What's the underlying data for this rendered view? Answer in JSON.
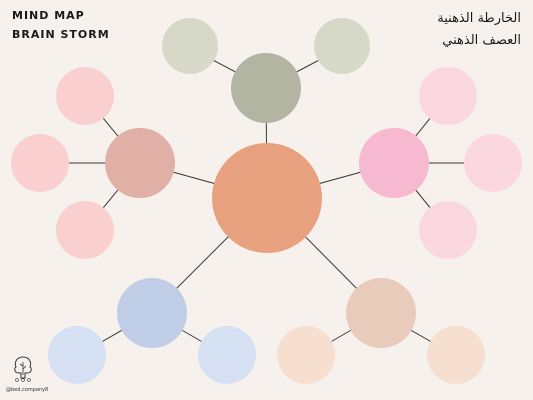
{
  "title": {
    "en_line1": "MIND MAP",
    "en_line2": "BRAIN STORM",
    "ar_line1": "الخارطة الذهنية",
    "ar_line2": "العصف الذهني"
  },
  "colors": {
    "background": "#f6f1ec",
    "center": "#e8a17e",
    "gray_hub": "#b2b5a1",
    "gray_leaf": "#d6d8c8",
    "rose_hub": "#e0afa6",
    "rose_leaf": "#f9d0cf",
    "pink_hub": "#f7b9cf",
    "pink_leaf": "#fbd7e2",
    "blue_hub": "#bfcde6",
    "blue_leaf": "#d5e1f2",
    "peach_hub": "#e9cbbc",
    "peach_leaf": "#f7dfcf",
    "line": "#3a3a3a"
  },
  "logo": {
    "icon": "tree-logo-icon",
    "handle": "@bed.company8"
  }
}
